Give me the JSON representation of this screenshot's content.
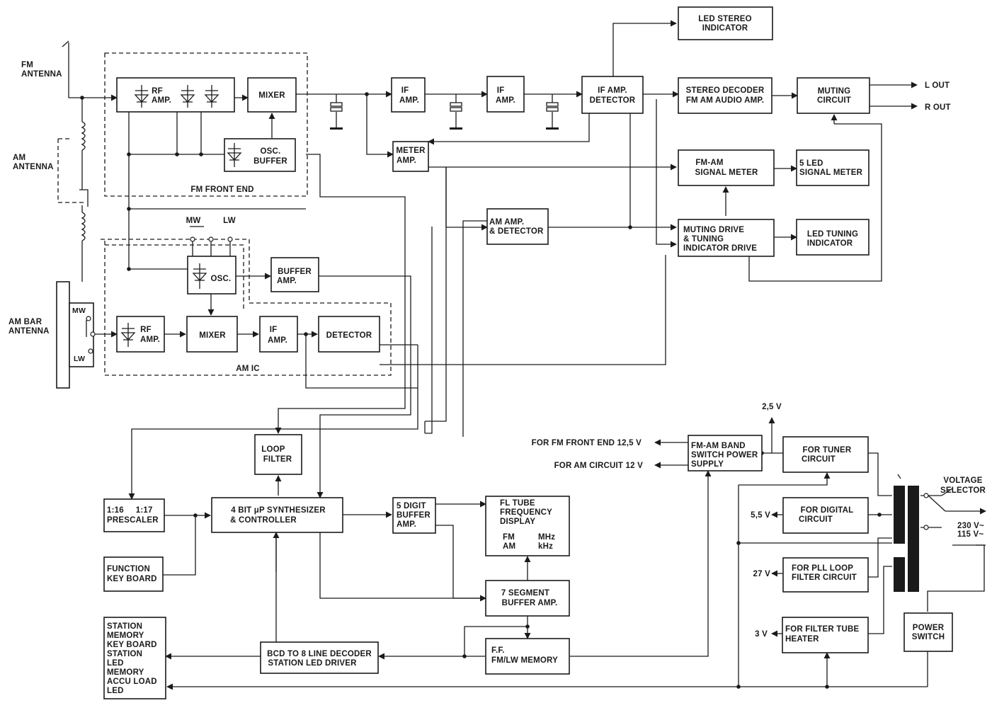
{
  "blocks": {
    "led_stereo": [
      "LED STEREO",
      "INDICATOR"
    ],
    "rf_amp_fm": [
      "RF",
      "AMP."
    ],
    "mixer_fm": [
      "MIXER"
    ],
    "osc_buffer": [
      "OSC.",
      "BUFFER"
    ],
    "fm_front_end": "FM FRONT END",
    "if_amp_1": [
      "IF",
      "AMP."
    ],
    "if_amp_2": [
      "IF",
      "AMP."
    ],
    "if_amp_detector": [
      "IF AMP.",
      "DETECTOR"
    ],
    "stereo_decoder": [
      "STEREO DECODER",
      "FM AM AUDIO AMP."
    ],
    "muting_circuit": [
      "MUTING",
      "CIRCUIT"
    ],
    "meter_amp": [
      "METER",
      "AMP."
    ],
    "fm_am_signal_meter": [
      "FM-AM",
      "SIGNAL METER"
    ],
    "led_signal_meter": [
      "5 LED",
      "SIGNAL METER"
    ],
    "am_amp_detector": [
      "AM AMP.",
      "& DETECTOR"
    ],
    "muting_drive": [
      "MUTING DRIVE",
      "& TUNING",
      "INDICATOR DRIVE"
    ],
    "led_tuning": [
      "LED TUNING",
      "INDICATOR"
    ],
    "osc_am": "OSC.",
    "buffer_amp": [
      "BUFFER",
      "AMP."
    ],
    "rf_amp_am": [
      "RF",
      "AMP."
    ],
    "mixer_am": "MIXER",
    "if_amp_am": [
      "IF",
      "AMP."
    ],
    "detector": "DETECTOR",
    "am_ic": "AM IC",
    "loop_filter": [
      "LOOP",
      "FILTER"
    ],
    "prescaler": [
      "1:16     1:17",
      "PRESCALER"
    ],
    "synthesizer": [
      "4 BIT μP SYNTHESIZER",
      "& CONTROLLER"
    ],
    "digit_buffer": [
      "5 DIGIT",
      "BUFFER",
      "AMP."
    ],
    "fl_tube": [
      "FL TUBE",
      "FREQUENCY",
      "DISPLAY"
    ],
    "fl_tube_fm": "FM",
    "fl_tube_mhz": "MHz",
    "fl_tube_am": "AM",
    "fl_tube_khz": "kHz",
    "function_kb": [
      "FUNCTION",
      "KEY BOARD"
    ],
    "seven_segment": [
      "7 SEGMENT",
      "BUFFER AMP."
    ],
    "station_memory": [
      "STATION",
      "MEMORY",
      "KEY BOARD",
      "STATION",
      "LED",
      "MEMORY",
      "ACCU LOAD",
      "LED"
    ],
    "bcd_decoder": [
      "BCD TO 8 LINE DECODER",
      "STATION LED DRIVER"
    ],
    "ff_memory": [
      "F.F.",
      "FM/LW MEMORY"
    ],
    "band_switch": [
      "FM-AM BAND",
      "SWITCH POWER",
      "SUPPLY"
    ],
    "for_tuner": [
      "FOR TUNER",
      "CIRCUIT"
    ],
    "for_digital": [
      "FOR DIGITAL",
      "CIRCUIT"
    ],
    "for_pll": [
      "FOR PLL LOOP",
      "FILTER CIRCUIT"
    ],
    "for_filter_tube": [
      "FOR FILTER TUBE",
      "HEATER"
    ],
    "power_switch": [
      "POWER",
      "SWITCH"
    ]
  },
  "labels": {
    "fm_antenna": [
      "FM",
      "ANTENNA"
    ],
    "am_antenna": [
      "AM",
      "ANTENNA"
    ],
    "am_bar_antenna": [
      "AM BAR",
      "ANTENNA"
    ],
    "mw_bar": "MW",
    "lw_bar": "LW",
    "mw_sw": "MW",
    "lw_sw": "LW",
    "l_out": "L OUT",
    "r_out": "R OUT",
    "fm_front_end_out": "FOR FM FRONT END 12,5 V",
    "am_circuit_out": "FOR AM CIRCUIT 12 V",
    "v_2_5": "2,5 V",
    "v_5_5": "5,5 V",
    "v_27": "27 V",
    "v_3": "3 V",
    "voltage_selector": [
      "VOLTAGE",
      "SELECTOR"
    ],
    "v_230": "230 V~",
    "v_115": "115 V~"
  }
}
